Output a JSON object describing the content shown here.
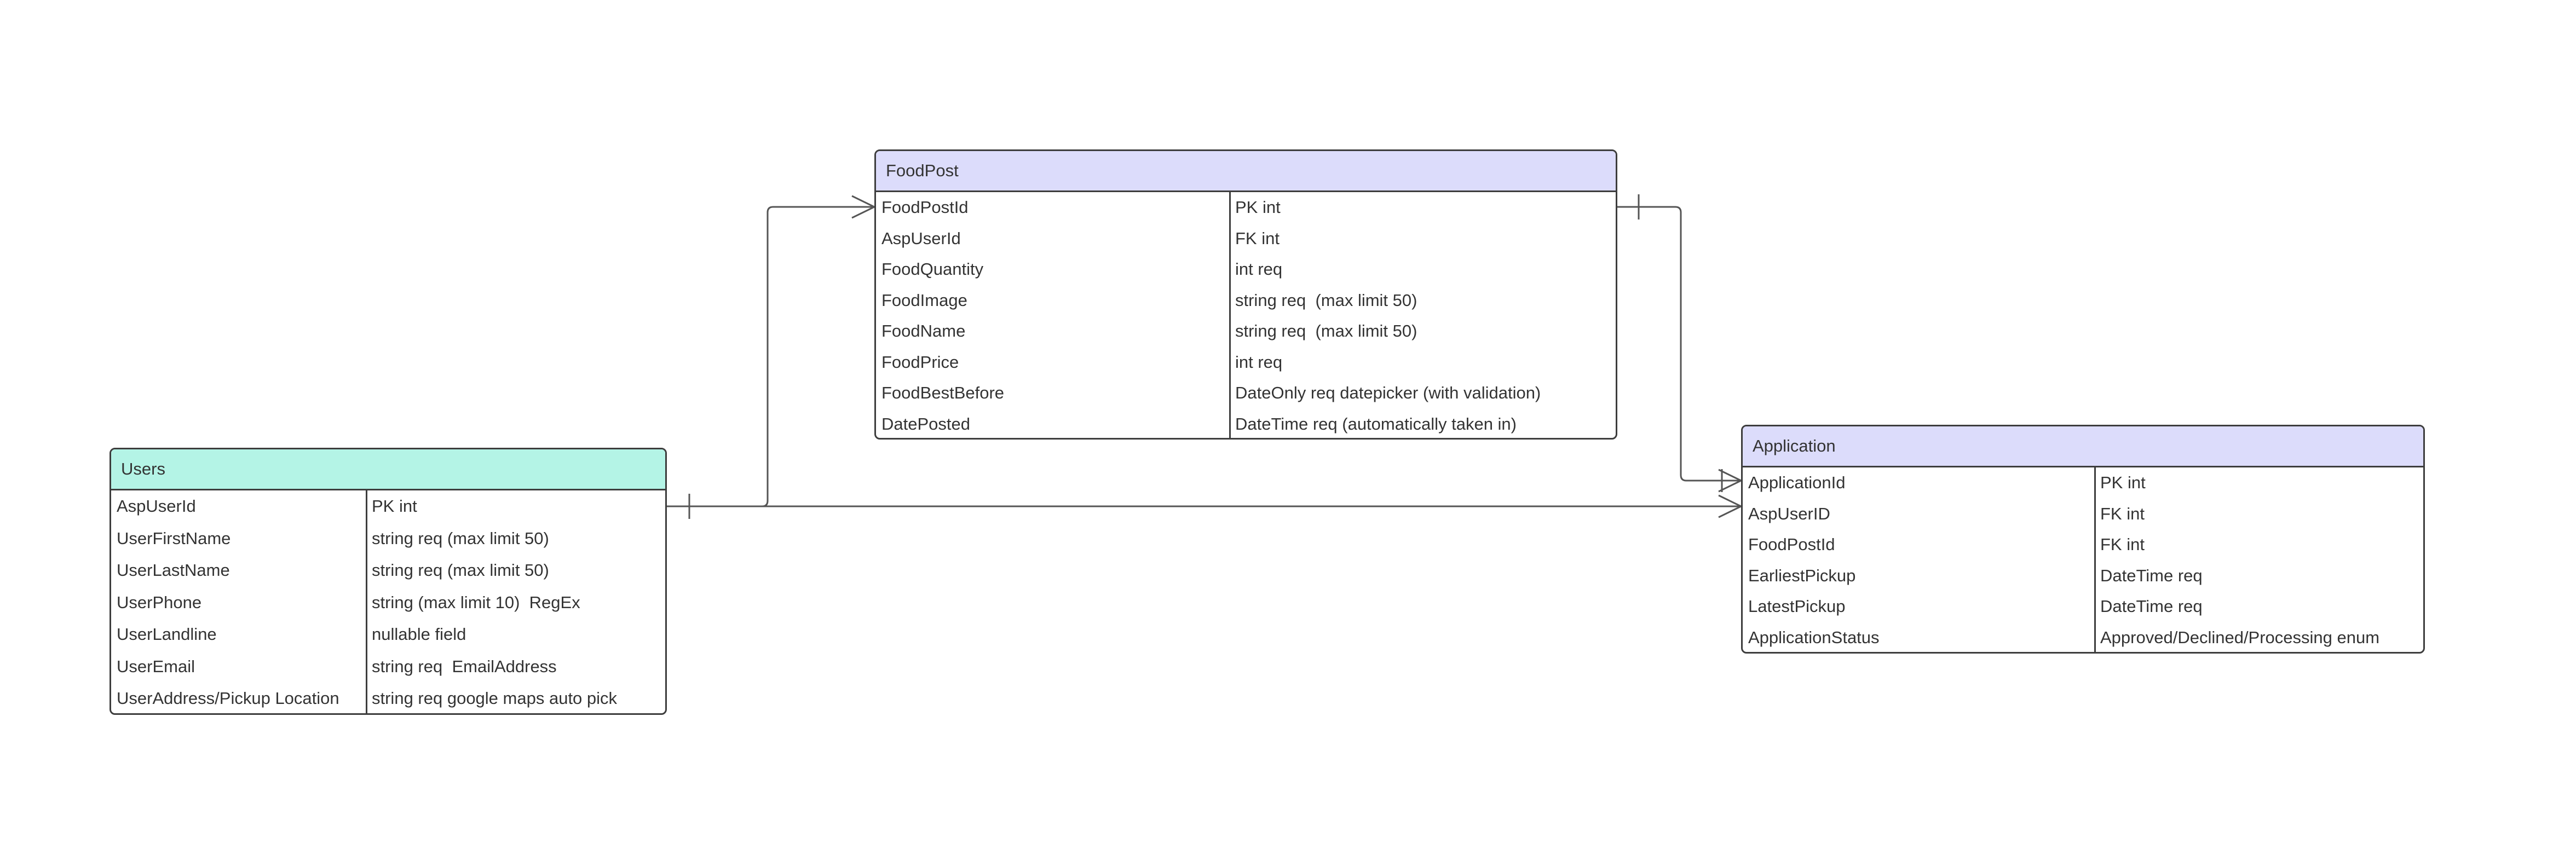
{
  "colors": {
    "users_header": "#b4f4e6",
    "foodpost_header": "#dcdcfb",
    "application_header": "#dcdcfb",
    "border": "#3d3d3d",
    "line": "#555555",
    "text": "#333333"
  },
  "entities": {
    "foodpost": {
      "title": "FoodPost",
      "rows": [
        {
          "name": "FoodPostId",
          "type": "PK int"
        },
        {
          "name": "AspUserId",
          "type": "FK int"
        },
        {
          "name": "FoodQuantity",
          "type": "int req"
        },
        {
          "name": "FoodImage",
          "type": "string req  (max limit 50)"
        },
        {
          "name": "FoodName",
          "type": "string req  (max limit 50)"
        },
        {
          "name": "FoodPrice",
          "type": "int req"
        },
        {
          "name": "FoodBestBefore",
          "type": "DateOnly req datepicker (with validation)"
        },
        {
          "name": "DatePosted",
          "type": "DateTime req (automatically taken in)"
        }
      ]
    },
    "users": {
      "title": "Users",
      "rows": [
        {
          "name": "AspUserId",
          "type": "PK int"
        },
        {
          "name": "UserFirstName",
          "type": "string req (max limit 50)"
        },
        {
          "name": "UserLastName",
          "type": "string req (max limit 50)"
        },
        {
          "name": "UserPhone",
          "type": "string (max limit 10)  RegEx"
        },
        {
          "name": "UserLandline",
          "type": "nullable field"
        },
        {
          "name": "UserEmail",
          "type": "string req  EmailAddress"
        },
        {
          "name": "UserAddress/Pickup Location",
          "type": "string req google maps auto pick"
        }
      ]
    },
    "application": {
      "title": "Application",
      "rows": [
        {
          "name": "ApplicationId",
          "type": "PK int"
        },
        {
          "name": "AspUserID",
          "type": "FK int"
        },
        {
          "name": "FoodPostId",
          "type": "FK int"
        },
        {
          "name": "EarliestPickup",
          "type": "DateTime req"
        },
        {
          "name": "LatestPickup",
          "type": "DateTime req"
        },
        {
          "name": "ApplicationStatus",
          "type": "Approved/Declined/Processing enum"
        }
      ]
    }
  },
  "relationships": [
    {
      "from": "Users",
      "to": "FoodPost",
      "from_cardinality": "one",
      "to_cardinality": "many"
    },
    {
      "from": "Users",
      "to": "Application",
      "from_cardinality": "one",
      "to_cardinality": "many"
    },
    {
      "from": "FoodPost",
      "to": "Application",
      "from_cardinality": "one",
      "to_cardinality": "one-or-many"
    }
  ]
}
